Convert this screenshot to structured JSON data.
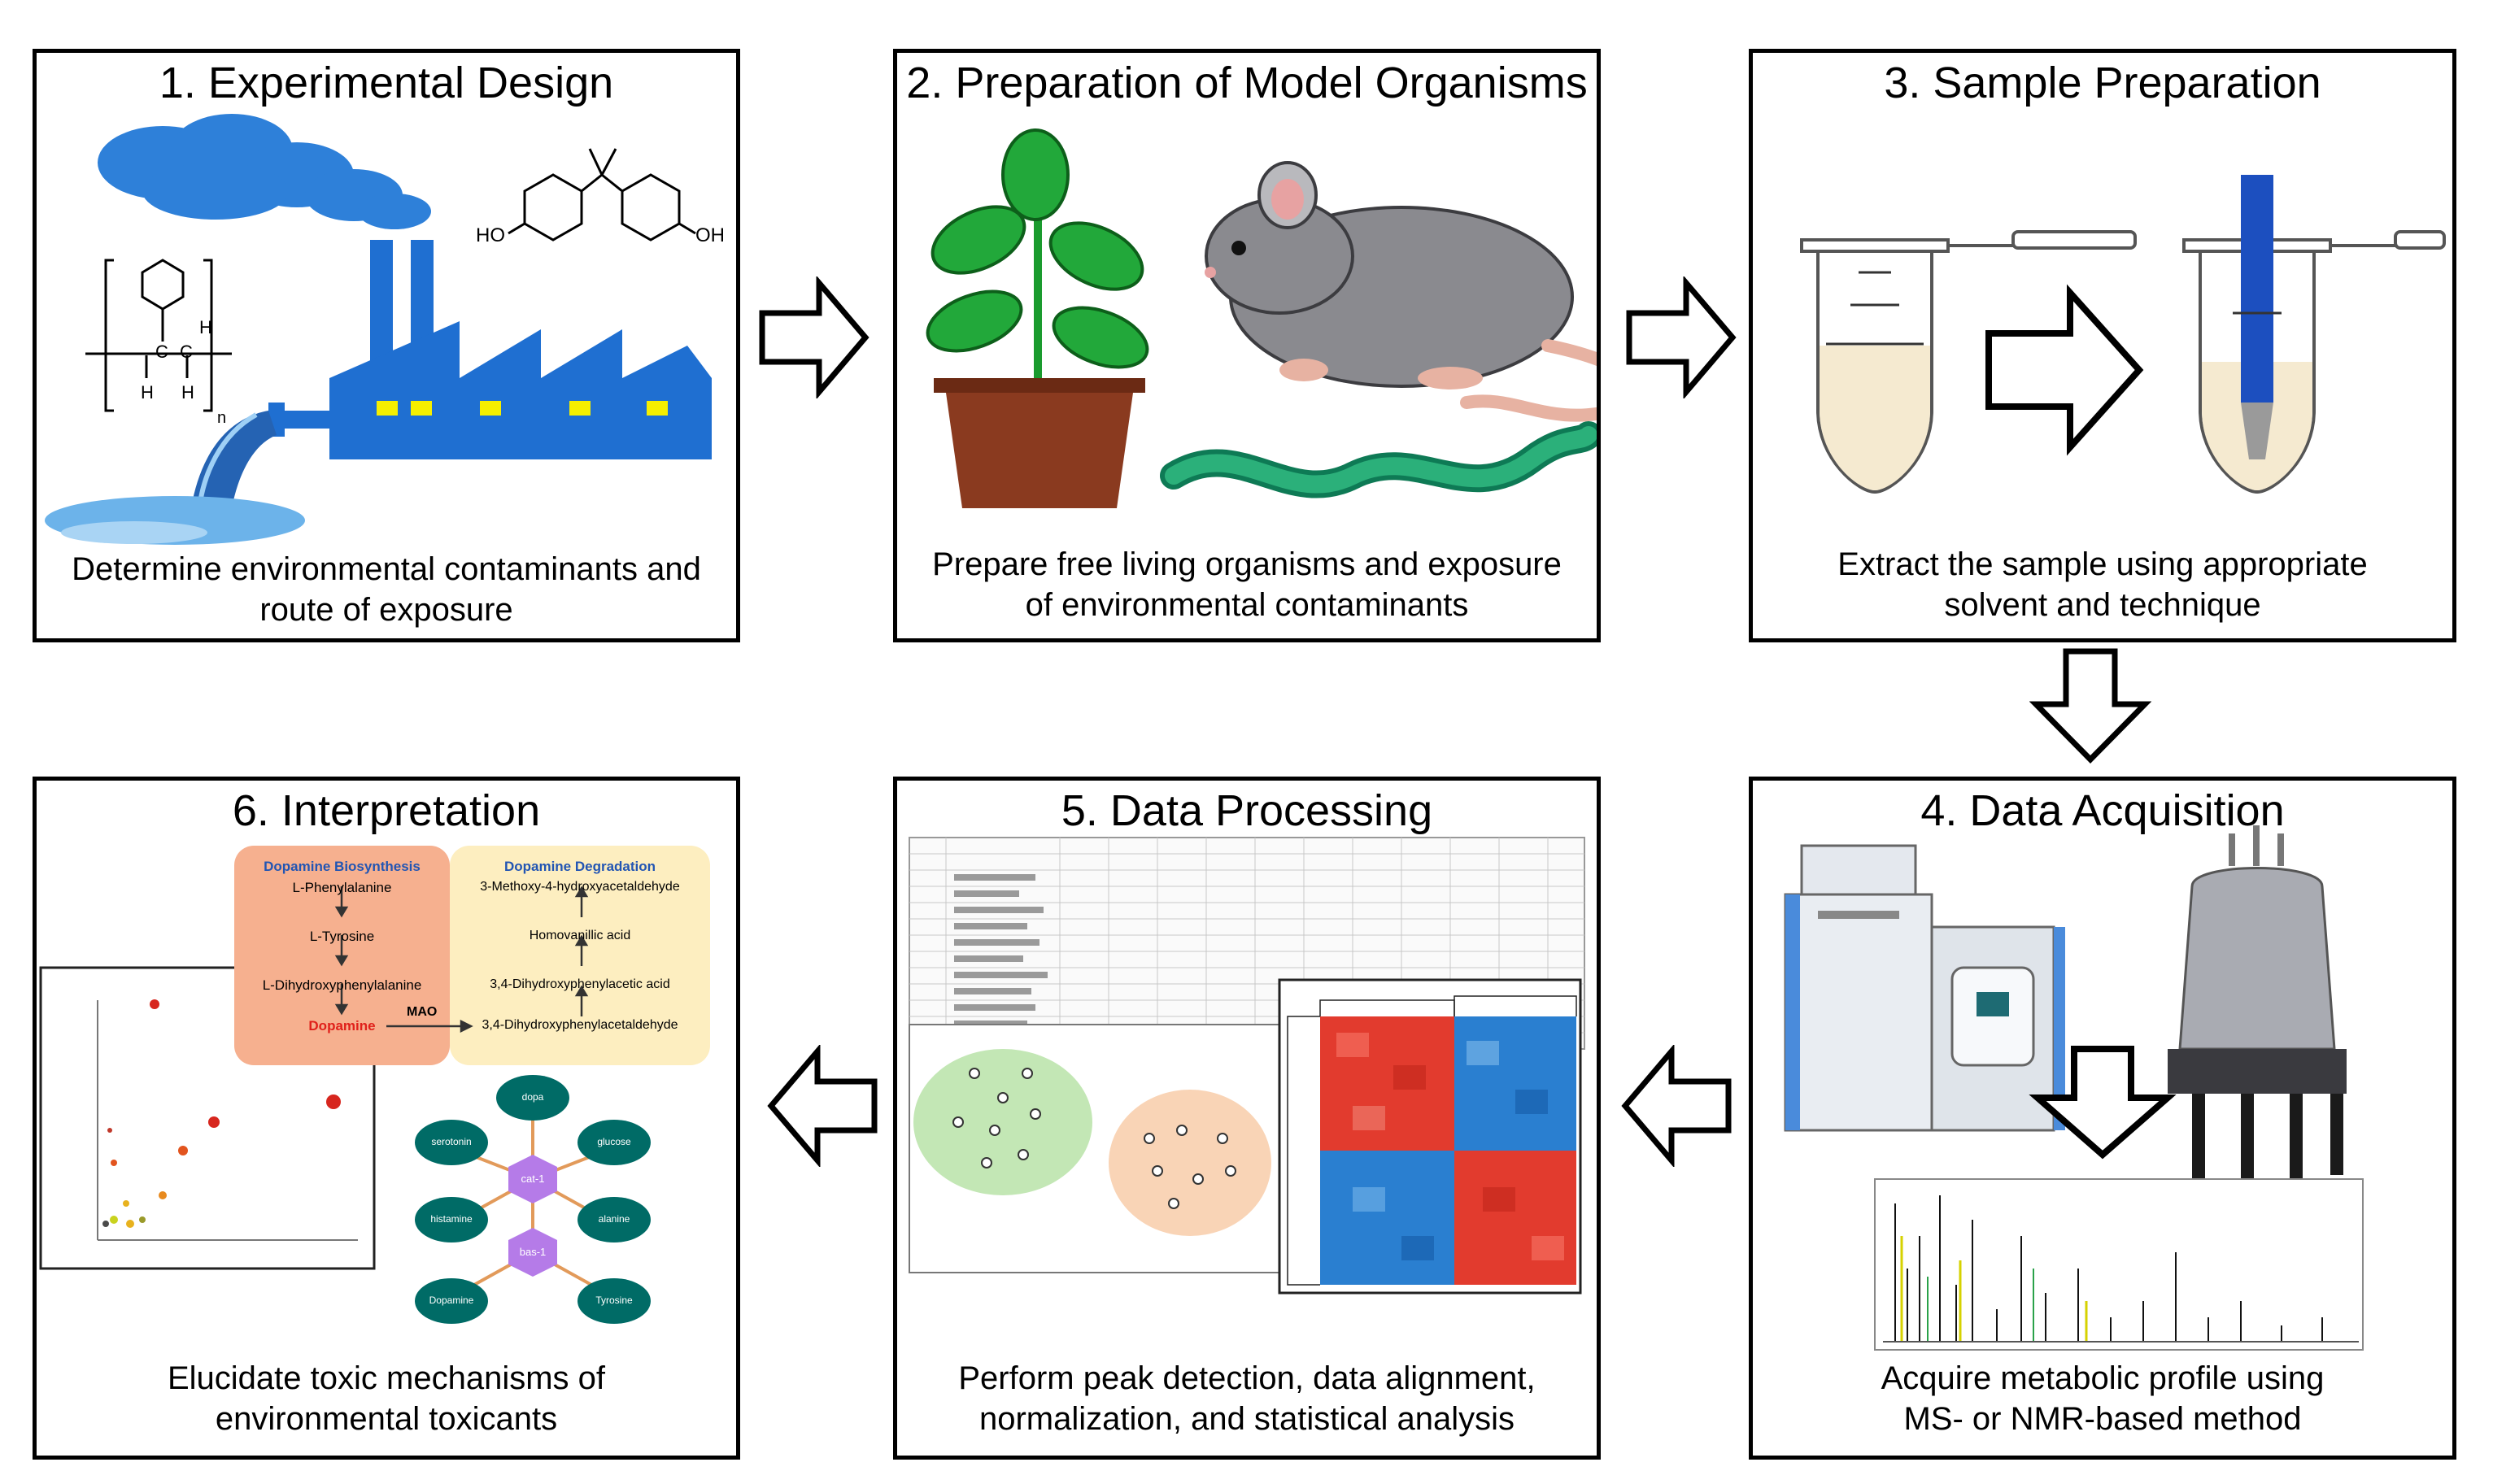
{
  "panels": {
    "p1": {
      "title": "1. Experimental Design",
      "caption_line1": "Determine environmental contaminants and",
      "caption_line2": "route of exposure",
      "chem_ho_left": "HO",
      "chem_oh_right": "OH",
      "polymer_h1": "H",
      "polymer_h2": "H",
      "polymer_h3": "H",
      "polymer_c1": "C",
      "polymer_c2": "C",
      "polymer_n": "n"
    },
    "p2": {
      "title": "2. Preparation of Model Organisms",
      "caption_line1": "Prepare free living organisms and exposure",
      "caption_line2": "of environmental contaminants"
    },
    "p3": {
      "title": "3. Sample Preparation",
      "caption_line1": "Extract the sample using appropriate",
      "caption_line2": "solvent and technique"
    },
    "p4": {
      "title": "4. Data Acquisition",
      "caption_line1": "Acquire metabolic profile using",
      "caption_line2": "MS- or NMR-based method"
    },
    "p5": {
      "title": "5. Data Processing",
      "caption_line1": "Perform peak detection, data alignment,",
      "caption_line2": "normalization, and statistical analysis"
    },
    "p6": {
      "title": "6. Interpretation",
      "caption_line1": "Elucidate toxic mechanisms of",
      "caption_line2": "environmental toxicants",
      "biosynthesis_title": "Dopamine Biosynthesis",
      "bio_steps": [
        "L-Phenylalanine",
        "L-Tyrosine",
        "L-Dihydroxyphenylalanine",
        "Dopamine"
      ],
      "degradation_title": "Dopamine Degradation",
      "deg_steps": [
        "3-Methoxy-4-hydroxyacetaldehyde",
        "Homovanillic acid",
        "3,4-Dihydroxyphenylacetic acid",
        "3,4-Dihydroxyphenylacetaldehyde"
      ],
      "enzyme_label": "MAO",
      "network_center1": "cat-1",
      "network_center2": "bas-1",
      "network_nodes": [
        "dopa",
        "serotonin",
        "glucose",
        "histamine",
        "alanine",
        "Dopamine",
        "Tyrosine"
      ]
    }
  },
  "colors": {
    "factory_blue": "#1f6fd1",
    "smoke_blue": "#2e80d9",
    "window_yellow": "#f5ef00",
    "leaf_green": "#1a9b2e",
    "pot_brown": "#8a3a1f",
    "mouse_grey": "#8a8a8f",
    "worm_green": "#2bb07a",
    "bio_box": "#f6b08f",
    "deg_box": "#fdeec0",
    "dopamine_red": "#e0201a",
    "network_teal": "#006b66",
    "network_purple": "#b57be8",
    "heat_red": "#e23b2e",
    "heat_blue": "#2a7fd0",
    "pca_green": "#b9e3a8",
    "pca_orange": "#f8cfae"
  },
  "icons": [
    "factory-icon",
    "smoke-cloud-icon",
    "bisphenol-structure-icon",
    "polystyrene-structure-icon",
    "plant-icon",
    "mouse-icon",
    "worm-icon",
    "microtube-icon",
    "lc-ms-instrument-icon",
    "nmr-spectrometer-icon",
    "spectrum-plot-icon",
    "spreadsheet-icon",
    "pca-plot-icon",
    "heatmap-icon",
    "scatter-plot-icon",
    "pathway-diagram-icon",
    "network-diagram-icon"
  ]
}
